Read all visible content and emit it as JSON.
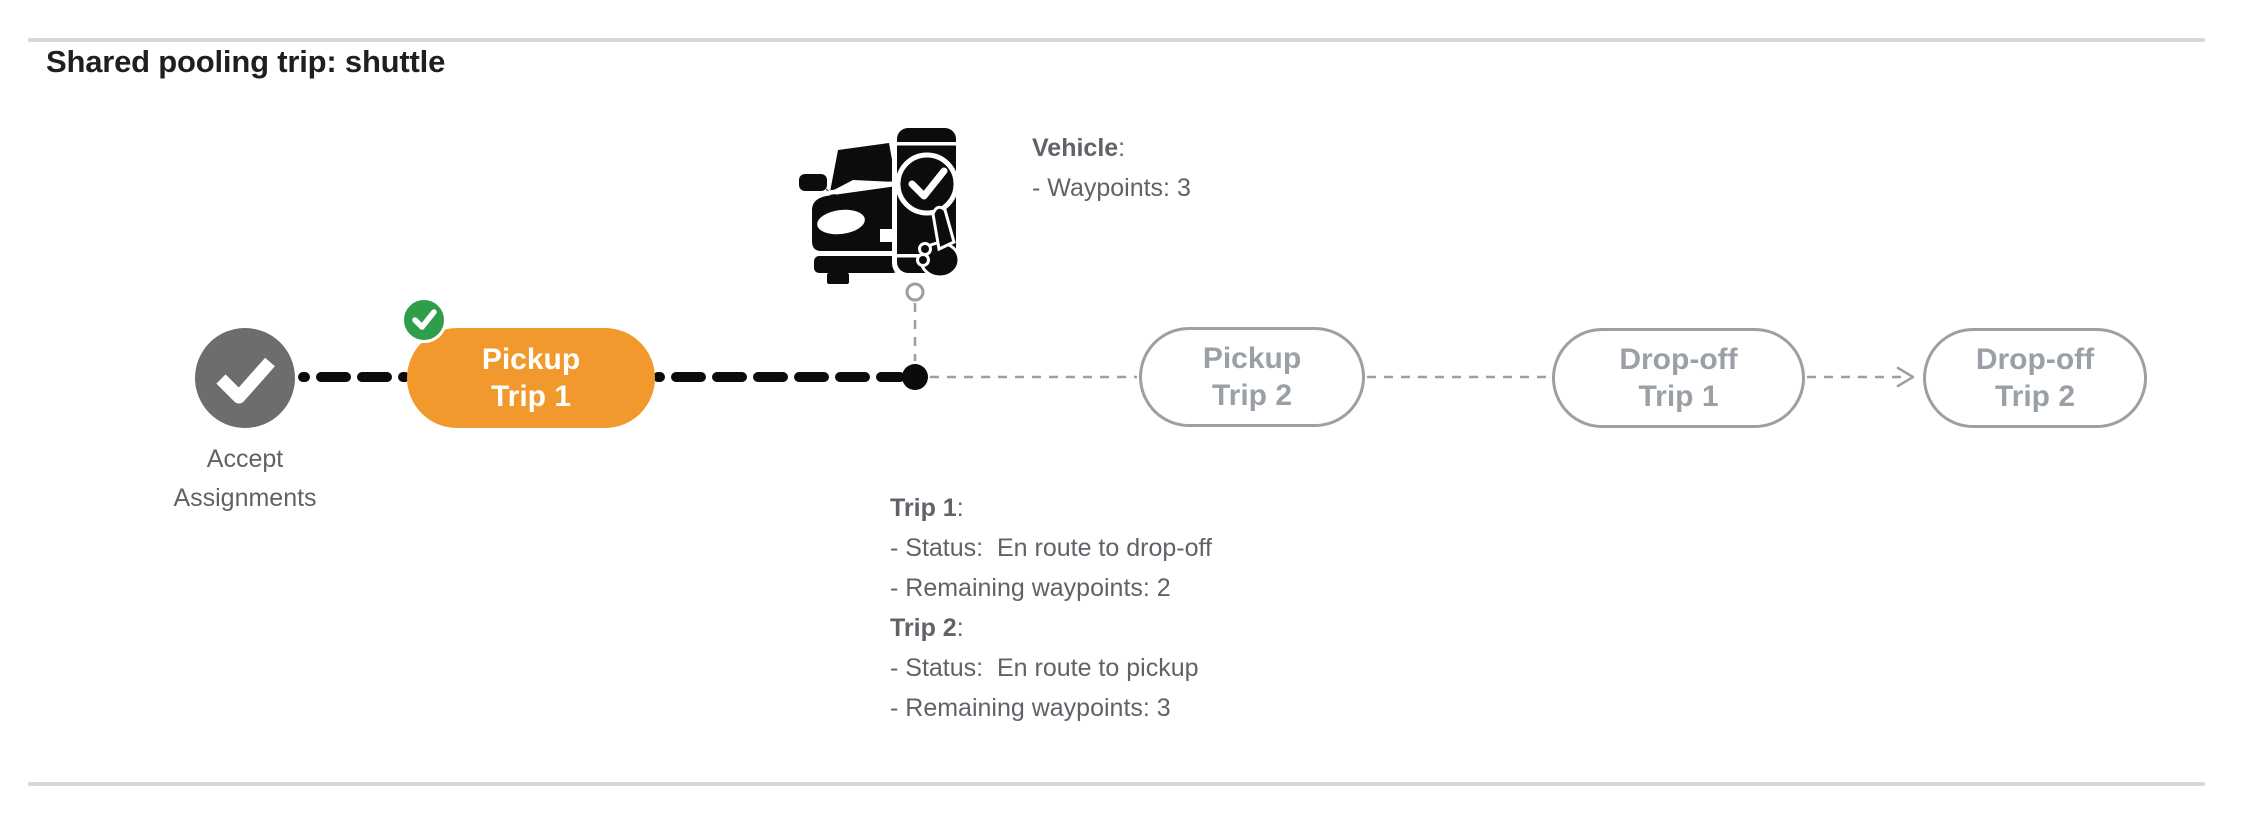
{
  "title": "Shared pooling trip: shuttle",
  "punct": {
    "colon": ":"
  },
  "timeline": {
    "accept_node": {
      "line1": "Accept",
      "line2": "Assignments",
      "state": "completed"
    },
    "nodes": [
      {
        "id": "pickup-trip-1",
        "line1": "Pickup",
        "line2": "Trip 1",
        "state": "active-completed"
      },
      {
        "id": "pickup-trip-2",
        "line1": "Pickup",
        "line2": "Trip 2",
        "state": "upcoming"
      },
      {
        "id": "dropoff-trip-1",
        "line1": "Drop-off",
        "line2": "Trip 1",
        "state": "upcoming"
      },
      {
        "id": "dropoff-trip-2",
        "line1": "Drop-off",
        "line2": "Trip 2",
        "state": "upcoming"
      }
    ]
  },
  "vehicle_info": {
    "heading": "Vehicle",
    "lines": [
      "- Waypoints: 3"
    ]
  },
  "trip_info": [
    {
      "heading": "Trip 1",
      "lines": [
        "- Status:  En route to drop-off",
        "- Remaining waypoints: 2"
      ]
    },
    {
      "heading": "Trip 2",
      "lines": [
        "- Status:  En route to pickup",
        "- Remaining waypoints: 3"
      ]
    }
  ],
  "icons": {
    "vehicle": "vehicle-phone-accept-icon",
    "accept_node": "check-icon",
    "completed_badge": "check-badge-icon",
    "current_position": "position-dot-icon"
  },
  "colors": {
    "accent_orange": "#F2992E",
    "badge_green": "#2F9E49",
    "node_gray": "#6D6D6D",
    "pill_outline_gray": "#9AA0A6",
    "text_gray": "#5F6368",
    "connector_black": "#0B0B0B",
    "connector_gray": "#9E9E9E",
    "divider_gray": "#D7D7D7"
  }
}
